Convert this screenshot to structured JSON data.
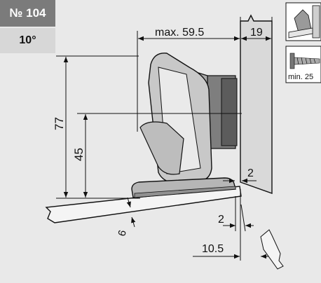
{
  "badge": {
    "number": "№ 104",
    "angle": "10°"
  },
  "dimensions": {
    "max_label": "max. 59.5",
    "panel_thickness": "19",
    "height_total": "77",
    "height_mid": "45",
    "gap_right": "2",
    "gap_bottom": "2",
    "door_thickness": "6",
    "offset": "10.5"
  },
  "screw_thumb": {
    "label": "min. 25"
  },
  "colors": {
    "background": "#e9e9e9",
    "badge_dark": "#7b7b7b",
    "badge_light": "#d7d7d7",
    "line": "#111111"
  }
}
